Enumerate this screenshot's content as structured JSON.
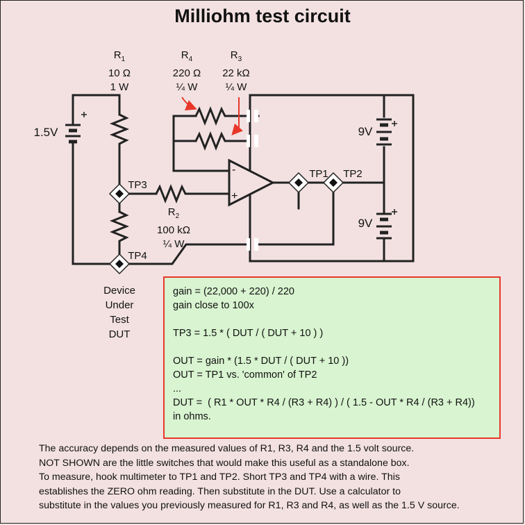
{
  "title": "Milliohm test circuit",
  "components": {
    "r1": {
      "name": "R",
      "sub": "1",
      "value": "10 Ω",
      "power": "1 W"
    },
    "r2": {
      "name": "R",
      "sub": "2",
      "value": "100 kΩ",
      "power": "¼ W"
    },
    "r3": {
      "name": "R",
      "sub": "3",
      "value": "22 kΩ",
      "power": "¼ W"
    },
    "r4": {
      "name": "R",
      "sub": "4",
      "value": "220 Ω",
      "power": "¼ W"
    },
    "battery_main": "1.5V",
    "battery_top": "9V",
    "battery_bottom": "9V"
  },
  "test_points": {
    "tp1": "TP1",
    "tp2": "TP2",
    "tp3": "TP3",
    "tp4": "TP4"
  },
  "opamp": {
    "minus": "-",
    "plus": "+"
  },
  "dut_label": [
    "Device",
    "Under",
    "Test",
    "DUT"
  ],
  "formulas": [
    "gain = (22,000 + 220) / 220",
    "gain close to 100x",
    "",
    "TP3 = 1.5 * ( DUT / ( DUT + 10 ) )",
    "",
    "OUT = gain * (1.5 * DUT / ( DUT + 10 ))",
    "OUT = TP1 vs. 'common' of TP2",
    "...",
    "DUT =  ( R1 * OUT * R4 / (R3 + R4) ) / ( 1.5 - OUT * R4 / (R3 + R4))",
    "in ohms."
  ],
  "notes": [
    "The accuracy depends on the measured values of R1, R3, R4 and the 1.5 volt source.",
    "NOT SHOWN are the little switches that would make this useful as a standalone box.",
    "To measure, hook multimeter to TP1 and TP2.  Short TP3 and TP4 with a wire.  This",
    "establishes the ZERO ohm reading.  Then substitute in the DUT.  Use a calculator to",
    "substitute in the values you previously measured for R1, R3 and R4, as well as the 1.5 V source."
  ],
  "colors": {
    "background": "#f3e1e1",
    "wire": "#222222",
    "arrow": "#e8372a",
    "formula_bg": "#d8f4d0",
    "formula_border": "#e8372a"
  }
}
